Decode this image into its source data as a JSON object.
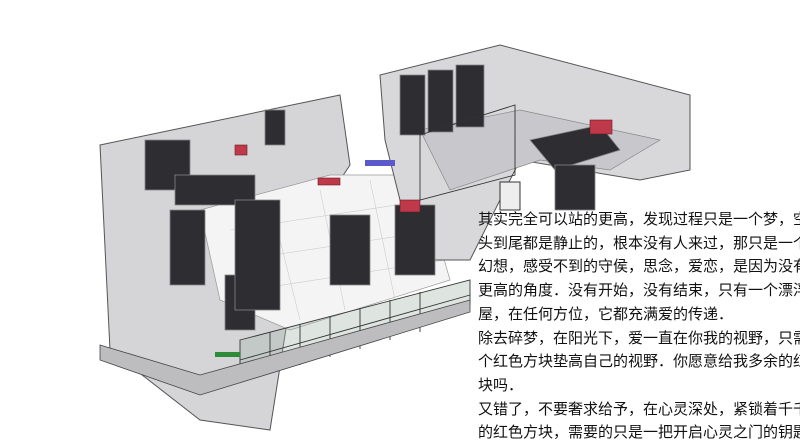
{
  "essay": {
    "paragraph1": [
      "其实完全可以站的更高，发现过程只是一个梦，空间从",
      "头到尾都是静止的，根本没有人来过，那只是一个梦的",
      "幻想，感受不到的守侯，思念，爱恋，是因为没有站在",
      "更高的角度．没有开始，没有结束，只有一个漂浮的小",
      "屋，在任何方位，它都充满爱的传递．"
    ],
    "paragraph2": [
      "除去碎梦，在阳光下，爱一直在你我的视野，只需拿几",
      "个红色方块垫高自己的视野．你愿意给我多余的红色方",
      "块吗．"
    ],
    "paragraph3": [
      "又错了，不要奢求给予，在心灵深处，紧锁着千千万万",
      "的红色方块，需要的只是一把开启心灵之门的钥匙．"
    ]
  },
  "colors": {
    "wall": "#cfcfd2",
    "floor": "#f2f2f2",
    "marble": "#2a2a2e",
    "accent_red": "#c0394a",
    "glass": "#8fa39a"
  }
}
